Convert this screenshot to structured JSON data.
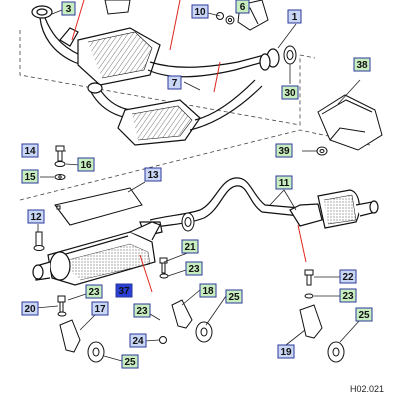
{
  "diagram": {
    "drawing_code": "H02.021",
    "callout_colors": {
      "green_fill": "#c8eec0",
      "blue_fill": "#c9d6f5",
      "selected_fill": "#2a3fd6",
      "border": "#2b3a9a",
      "leader_red": "#e0271f"
    },
    "callouts": [
      {
        "id": "c3",
        "label": "3",
        "style": "green"
      },
      {
        "id": "c10",
        "label": "10",
        "style": "blue"
      },
      {
        "id": "c6",
        "label": "6",
        "style": "green"
      },
      {
        "id": "c1",
        "label": "1",
        "style": "blue"
      },
      {
        "id": "c7",
        "label": "7",
        "style": "blue"
      },
      {
        "id": "c30",
        "label": "30",
        "style": "green"
      },
      {
        "id": "c38",
        "label": "38",
        "style": "green"
      },
      {
        "id": "c14",
        "label": "14",
        "style": "blue"
      },
      {
        "id": "c16",
        "label": "16",
        "style": "green"
      },
      {
        "id": "c15",
        "label": "15",
        "style": "green"
      },
      {
        "id": "c13",
        "label": "13",
        "style": "blue"
      },
      {
        "id": "c39",
        "label": "39",
        "style": "green"
      },
      {
        "id": "c11",
        "label": "11",
        "style": "green"
      },
      {
        "id": "c12",
        "label": "12",
        "style": "blue"
      },
      {
        "id": "c21",
        "label": "21",
        "style": "green"
      },
      {
        "id": "c23a",
        "label": "23",
        "style": "green"
      },
      {
        "id": "c22",
        "label": "22",
        "style": "blue"
      },
      {
        "id": "c23b",
        "label": "23",
        "style": "green"
      },
      {
        "id": "c37",
        "label": "37",
        "style": "selected"
      },
      {
        "id": "c23c",
        "label": "23",
        "style": "green"
      },
      {
        "id": "c18",
        "label": "18",
        "style": "green"
      },
      {
        "id": "c25a",
        "label": "25",
        "style": "green"
      },
      {
        "id": "c20",
        "label": "20",
        "style": "blue"
      },
      {
        "id": "c17",
        "label": "17",
        "style": "blue"
      },
      {
        "id": "c23d",
        "label": "23",
        "style": "green"
      },
      {
        "id": "c24",
        "label": "24",
        "style": "blue"
      },
      {
        "id": "c25b",
        "label": "25",
        "style": "green"
      },
      {
        "id": "c19",
        "label": "19",
        "style": "blue"
      },
      {
        "id": "c25c",
        "label": "25",
        "style": "green"
      }
    ]
  }
}
